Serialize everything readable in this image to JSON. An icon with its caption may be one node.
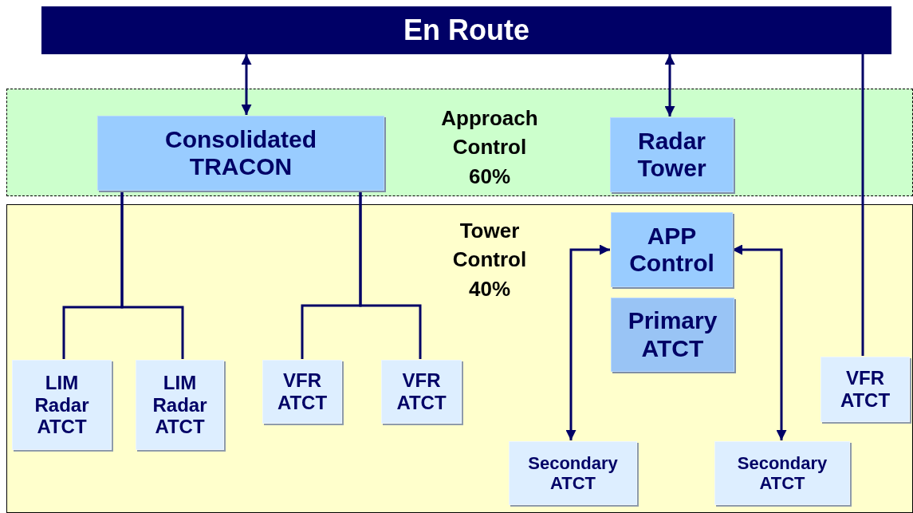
{
  "diagram": {
    "nodes": [
      {
        "text": [
          "En Route"
        ]
      },
      {
        "text": [
          "Approach Control 60%"
        ]
      },
      {
        "text": [
          "Consolidated TRACON"
        ],
        "in": 1
      },
      {
        "text": [
          "Radar Tower"
        ],
        "in": 1
      },
      {
        "text": [
          "Tower Control 40%"
        ]
      },
      {
        "text": [
          "APP Control"
        ],
        "in": 4
      },
      {
        "text": [
          "Primary ATCT"
        ],
        "in": 4
      },
      {
        "text": [
          "LIM Radar ATCT"
        ],
        "in": 4
      },
      {
        "text": [
          "LIM Radar ATCT"
        ],
        "in": 4
      },
      {
        "text": [
          "VFR ATCT"
        ],
        "in": 4
      },
      {
        "text": [
          "VFR ATCT"
        ],
        "in": 4
      },
      {
        "text": [
          "Secondary ATCT"
        ],
        "in": 4
      },
      {
        "text": [
          "Secondary ATCT"
        ],
        "in": 4
      },
      {
        "text": [
          "VFR ATCT"
        ],
        "in": 4
      }
    ],
    "edges": [
      {
        "from": 0,
        "to": 2,
        "arrow": "both"
      },
      {
        "from": 0,
        "to": 3,
        "arrow": "both"
      },
      {
        "from": 2,
        "to": 7,
        "arrow": "none"
      },
      {
        "from": 2,
        "to": 8,
        "arrow": "none"
      },
      {
        "from": 2,
        "to": 9,
        "arrow": "none"
      },
      {
        "from": 2,
        "to": 10,
        "arrow": "none"
      },
      {
        "from": 0,
        "to": 13,
        "arrow": "none"
      },
      {
        "from": 11,
        "to": 5,
        "arrow": "both"
      },
      {
        "from": 12,
        "to": 5,
        "arrow": "both"
      }
    ]
  }
}
